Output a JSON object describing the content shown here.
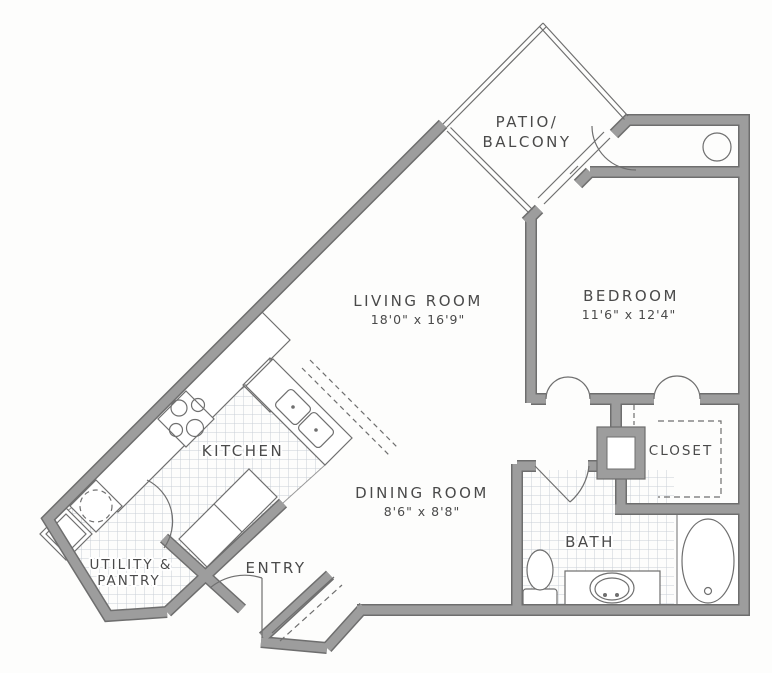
{
  "floor_plan": {
    "labels": {
      "patio_line1": "PATIO/",
      "patio_line2": "BALCONY",
      "living_name": "LIVING ROOM",
      "living_dims": "18'0\" x 16'9\"",
      "bedroom_name": "BEDROOM",
      "bedroom_dims": "11'6\" x 12'4\"",
      "kitchen_name": "KITCHEN",
      "dining_name": "DINING ROOM",
      "dining_dims": "8'6\" x 8'8\"",
      "utility_line1": "UTILITY &",
      "utility_line2": "PANTRY",
      "entry_name": "ENTRY",
      "closet_name": "CLOSET",
      "bath_name": "BATH"
    },
    "rooms": [
      {
        "id": "patio-balcony",
        "name": "PATIO/BALCONY"
      },
      {
        "id": "living-room",
        "name": "LIVING ROOM",
        "dims": "18'0\" x 16'9\""
      },
      {
        "id": "bedroom",
        "name": "BEDROOM",
        "dims": "11'6\" x 12'4\""
      },
      {
        "id": "kitchen",
        "name": "KITCHEN"
      },
      {
        "id": "dining-room",
        "name": "DINING ROOM",
        "dims": "8'6\" x 8'8\""
      },
      {
        "id": "utility-pantry",
        "name": "UTILITY & PANTRY"
      },
      {
        "id": "entry",
        "name": "ENTRY"
      },
      {
        "id": "closet",
        "name": "CLOSET"
      },
      {
        "id": "bath",
        "name": "BATH"
      }
    ],
    "fixtures": [
      "refrigerator",
      "range",
      "double-sink",
      "peninsula-counter",
      "washer",
      "dryer",
      "water-heater",
      "toilet",
      "vanity-sink",
      "bathtub"
    ],
    "colors": {
      "wall_fill": "#9d9d9d",
      "wall_outline": "#6e6e6e",
      "tile_line": "#c9ced6",
      "thin_line": "#6f6f6f",
      "text": "#4a4a4a",
      "background": "#fdfdfc"
    }
  }
}
